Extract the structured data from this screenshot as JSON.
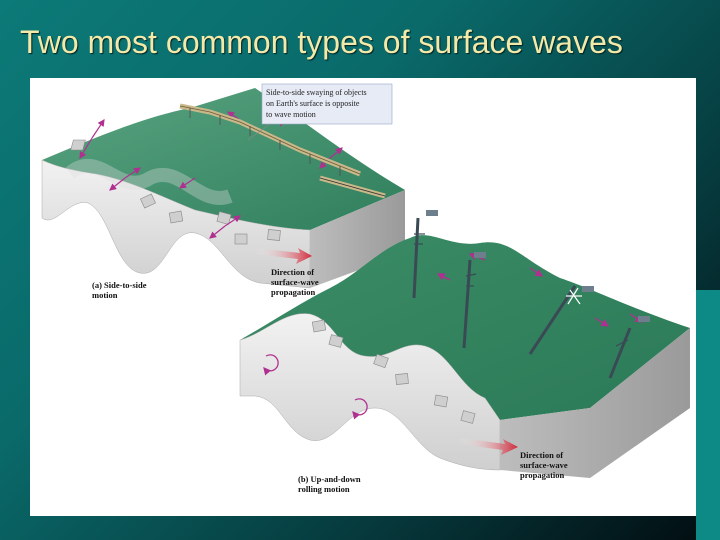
{
  "slide": {
    "title": "Two most common types of surface waves"
  },
  "diagram": {
    "callout": {
      "line1": "Side-to-side swaying of objects",
      "line2": "on Earth's surface is opposite",
      "line3": "to wave motion"
    },
    "panel_a": {
      "label_line1": "(a) Side-to-side",
      "label_line2": "motion",
      "direction_line1": "Direction of",
      "direction_line2": "surface-wave",
      "direction_line3": "propagation"
    },
    "panel_b": {
      "label_line1": "(b) Up-and-down",
      "label_line2": "rolling motion",
      "direction_line1": "Direction of",
      "direction_line2": "surface-wave",
      "direction_line3": "propagation"
    }
  },
  "colors": {
    "background": "#0a6a6a",
    "title": "#f3e9a8",
    "grass": "#3f8f6a",
    "rock": "#e6e6e6",
    "arrow": "#b03090",
    "propagation": "#d02a3a"
  }
}
